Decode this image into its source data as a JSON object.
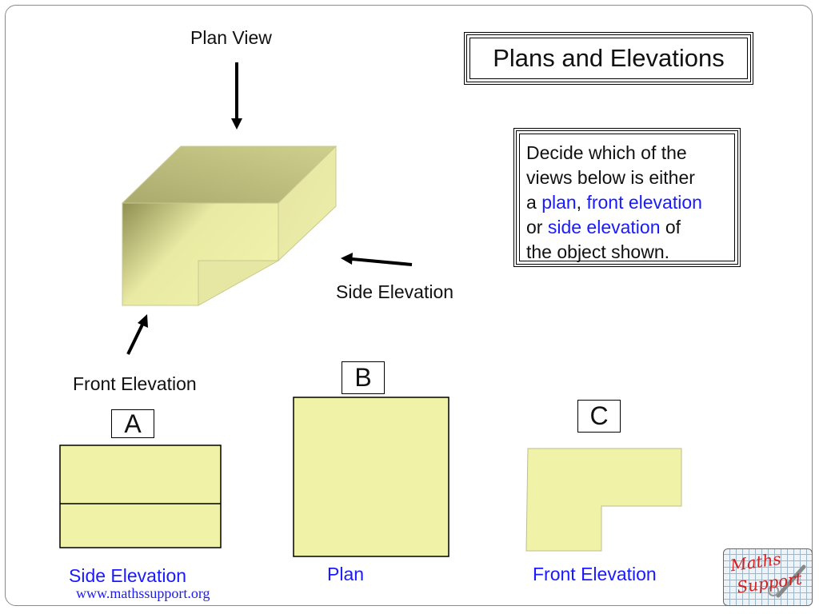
{
  "title": "Plans and Elevations",
  "question": {
    "line1": "Decide which of the",
    "line2": "views below is either",
    "a": "a ",
    "plan": "plan",
    "comma": ",",
    "front_elevation": "front elevation",
    "or": "or ",
    "side_elevation": "side elevation",
    "of": " of",
    "line5": "the object shown."
  },
  "labels": {
    "plan_view": "Plan View",
    "side_elevation": "Side Elevation",
    "front_elevation": "Front Elevation"
  },
  "options": {
    "a": {
      "letter": "A",
      "answer": "Side Elevation"
    },
    "b": {
      "letter": "B",
      "answer": "Plan"
    },
    "c": {
      "letter": "C",
      "answer": "Front Elevation"
    }
  },
  "website": "www.mathssupport.org",
  "logo": {
    "line1": "Maths",
    "line2": "Support"
  },
  "colors": {
    "shape_fill": "#f0f2a8",
    "shape_top": "#c9ca86",
    "shape_side": "#dfe098",
    "answer_text": "#1a1aff"
  }
}
